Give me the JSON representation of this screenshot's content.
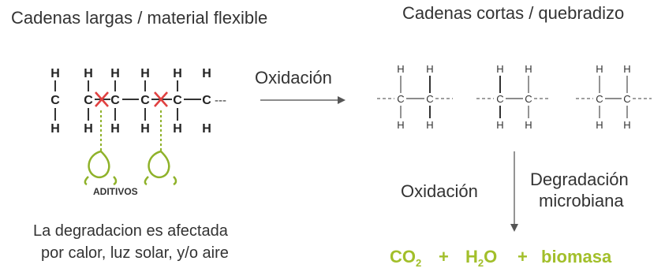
{
  "titles": {
    "left": "Cadenas largas / material flexible",
    "right": "Cadenas cortas / quebradizo"
  },
  "long_chain": {
    "atoms": {
      "H": "H",
      "C": "C"
    },
    "tail": "---",
    "additive_label": "ADITIVOS"
  },
  "reactions": {
    "arrow1_label": "Oxidación",
    "arrow2_label_left": "Oxidación",
    "arrow2_label_right_line1": "Degradación",
    "arrow2_label_right_line2": "microbiana"
  },
  "caption": {
    "line1": "La degradacion es afectada",
    "line2": "por calor, luz solar, y/o aire"
  },
  "products": {
    "co2_base": "CO",
    "co2_sub": "2",
    "plus1": "+",
    "h2o_base": "H",
    "h2o_sub": "2",
    "h2o_end": "O",
    "plus2": "+",
    "biomass": "biomasa"
  },
  "colors": {
    "accent_green": "#a2bf2a",
    "cross_red": "#e04040"
  }
}
